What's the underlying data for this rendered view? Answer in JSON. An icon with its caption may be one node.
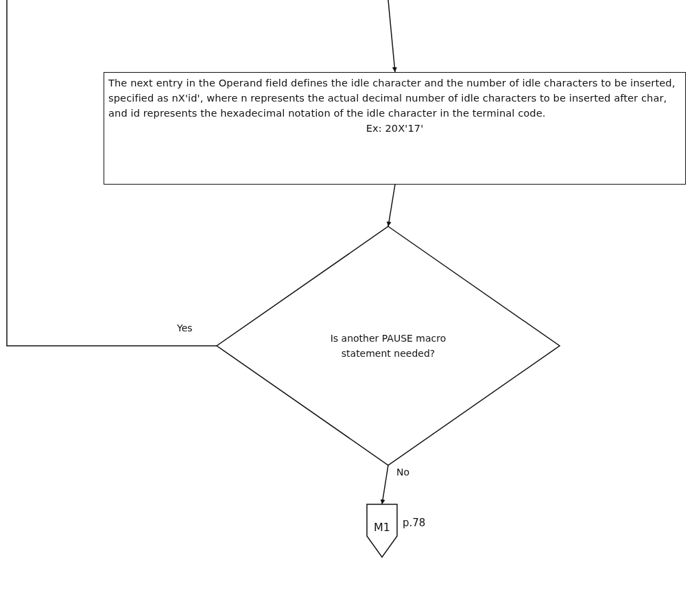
{
  "diagram": {
    "nodes": [
      {
        "text": [
          "The next entry in the Operand field defines the idle character and the number of idle characters to be inserted, specified as nX'id', where n represents the actual decimal number of idle characters to be inserted after char, and id represents the hexadecimal notation of the idle character in the terminal code.",
          "Ex:  20X'17'"
        ]
      },
      {
        "text": [
          "Is another PAUSE macro statement needed?"
        ]
      },
      {
        "text": [
          "M1"
        ],
        "beside": [
          "p.78"
        ]
      }
    ],
    "edges": [
      {
        "from": null,
        "to": 0,
        "arrow": "to"
      },
      {
        "from": 0,
        "to": 1,
        "arrow": "to"
      },
      {
        "from": 1,
        "to": null,
        "arrow": "none",
        "label": "Yes"
      },
      {
        "from": 1,
        "to": 2,
        "arrow": "to",
        "label": "No"
      }
    ]
  }
}
